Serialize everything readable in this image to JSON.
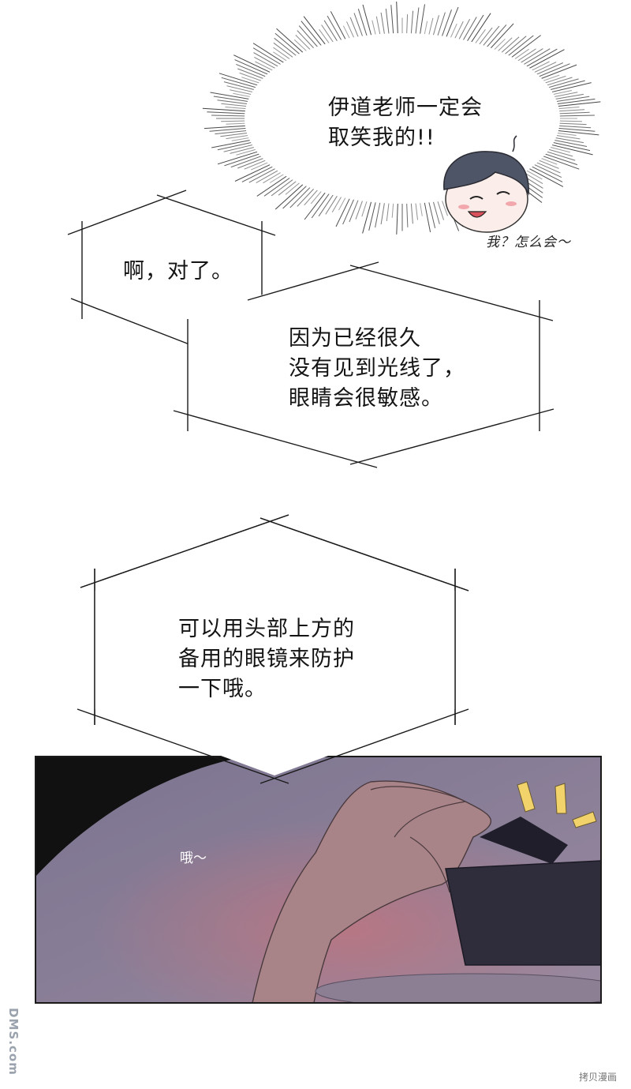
{
  "bubbles": {
    "shout": [
      "伊道老师一定会",
      "取笑我的!!"
    ],
    "aside": "我？怎么会～",
    "hex1": [
      "啊，对了。"
    ],
    "hex2": [
      "因为已经很久",
      "没有见到光线了，",
      "眼睛会很敏感。"
    ],
    "hex3": [
      "可以用头部上方的",
      "备用的眼镜来防护",
      "一下哦。"
    ]
  },
  "panel": {
    "sfx": "哦～"
  },
  "watermarks": {
    "left": "DMS.com",
    "right": "拷贝漫画"
  },
  "colors": {
    "panel_bg": "#80778f",
    "hand": "#a88488",
    "glasses": "#2f2d3c",
    "sparkle": "#f2d36b"
  }
}
